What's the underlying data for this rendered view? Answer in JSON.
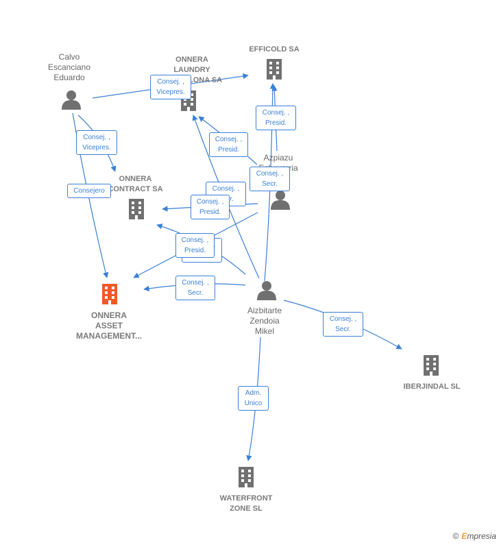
{
  "nodes": {
    "calvo": {
      "label": "Calvo\nEscanciano\nEduardo",
      "type": "person"
    },
    "ollaundry": {
      "label": "ONNERA\nLAUNDRY\nBARCELONA SA",
      "type": "company"
    },
    "efficold": {
      "label": "EFFICOLD SA",
      "type": "company"
    },
    "azpiazu": {
      "label": "Azpiazu\nEchevarria\nJavier",
      "type": "person"
    },
    "contract": {
      "label": "ONNERA\nCONTRACT SA",
      "type": "company"
    },
    "asset": {
      "label": "ONNERA\nASSET\nMANAGEMENT...",
      "type": "company-focus"
    },
    "aizbitarte": {
      "label": "Aizbitarte\nZendoia\nMikel",
      "type": "person"
    },
    "iberjindal": {
      "label": "IBERJINDAL SL",
      "type": "company"
    },
    "waterfront": {
      "label": "WATERFRONT\nZONE  SL",
      "type": "company"
    }
  },
  "relations": [
    {
      "id": "r1",
      "label": "Consej. ,\nVicepres."
    },
    {
      "id": "r2",
      "label": "Consej. ,\nPresid."
    },
    {
      "id": "r3",
      "label": "Consej. ,\nPresid."
    },
    {
      "id": "r4",
      "label": "Consej. ,\nVicepres."
    },
    {
      "id": "r5",
      "label": "Consej. ,\nSecr."
    },
    {
      "id": "r6",
      "label": "Consejero"
    },
    {
      "id": "r7",
      "label": "Consej. ,\nSecr."
    },
    {
      "id": "r8",
      "label": "Consej. ,\nPresid."
    },
    {
      "id": "r9",
      "label": "Consej. ,\nSecr."
    },
    {
      "id": "r10",
      "label": "Consej. ,\nPresid."
    },
    {
      "id": "r11",
      "label": "Consej. ,\nSecr."
    },
    {
      "id": "r12",
      "label": "Consej. ,\nSecr."
    },
    {
      "id": "r13",
      "label": "Adm.\nUnico"
    }
  ],
  "colors": {
    "edge": "#3a7fd5",
    "icon": "#707070",
    "focus": "#f05a28"
  },
  "brand": {
    "copyright": "©",
    "initial": "E",
    "rest": "mpresia"
  }
}
